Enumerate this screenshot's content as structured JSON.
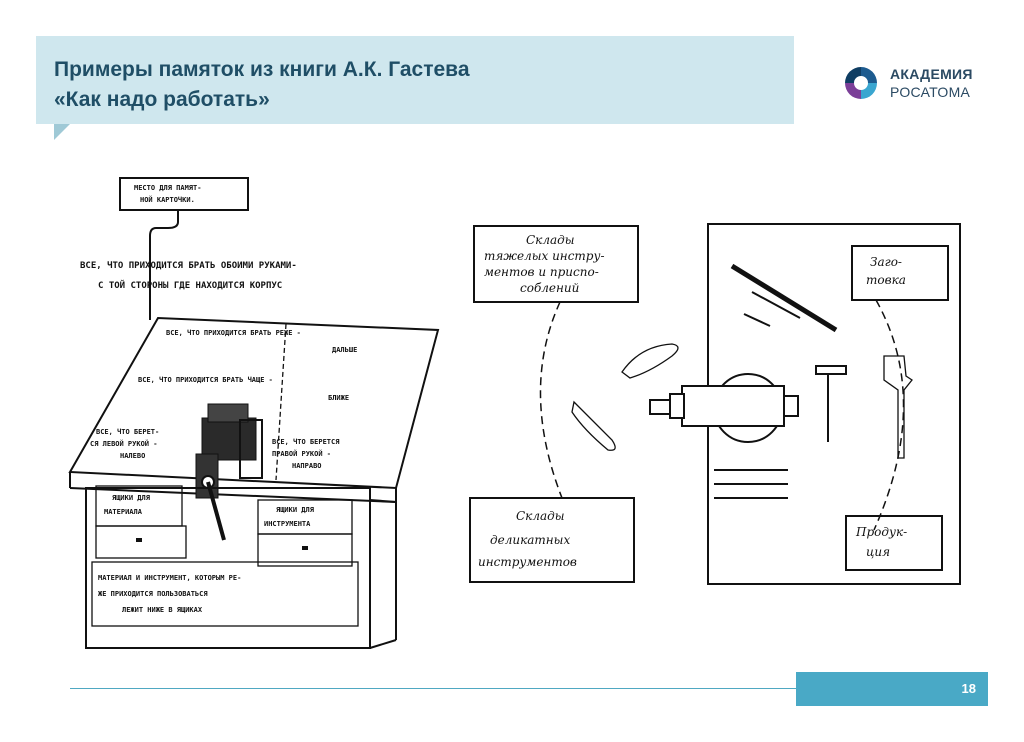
{
  "header": {
    "title_line1": "Примеры памяток из книги А.К. Гастева",
    "title_line2": "«Как надо работать»",
    "accent_color": "#cfe7ee",
    "title_color": "#1f4e66"
  },
  "logo": {
    "line1": "АКАДЕМИЯ",
    "line2": "РОСАТОМА",
    "icon": "rosatom-logo-icon"
  },
  "workbench": {
    "card_place": [
      "МЕСТО ДЛЯ ПАМЯТ-",
      "НОЙ КАРТОЧКИ."
    ],
    "both_hands": [
      "ВСЕ, ЧТО ПРИХОДИТСЯ БРАТЬ ОБОИМИ РУКАМИ-",
      "С ТОЙ СТОРОНЫ ГДЕ НАХОДИТСЯ КОРПУС"
    ],
    "rarely": [
      "ВСЕ, ЧТО ПРИХОДИТСЯ БРАТЬ РЕЖЕ -",
      "ДАЛЬШЕ"
    ],
    "often": [
      "ВСЕ, ЧТО ПРИХОДИТСЯ БРАТЬ ЧАЩЕ -",
      "БЛИЖЕ"
    ],
    "left_hand": [
      "ВСЕ, ЧТО БЕРЕТ-",
      "СЯ ЛЕВОЙ РУКОЙ -",
      "НАЛЕВО"
    ],
    "right_hand": [
      "ВСЕ, ЧТО БЕРЕТСЯ",
      "ПРАВОЙ РУКОЙ -",
      "НАПРАВО"
    ],
    "drawer_material": [
      "ЯЩИКИ ДЛЯ",
      "МАТЕРИАЛА"
    ],
    "drawer_tools": [
      "ЯЩИКИ ДЛЯ",
      "ИНСТРУМЕНТА"
    ],
    "bottom_note": [
      "МАТЕРИАЛ И ИНСТРУМЕНТ, КОТОРЫМ РЕ-",
      "ЖЕ ПРИХОДИТСЯ ПОЛЬЗОВАТЬСЯ",
      "ЛЕЖИТ НИЖЕ В ЯЩИКАХ"
    ]
  },
  "layout_diagram": {
    "heavy_tools": [
      "Склады",
      "тяжелых инстру-",
      "ментов и приспо-",
      "соблений"
    ],
    "delicate_tools": [
      "Склады",
      "деликатных",
      "инструментов"
    ],
    "blank": [
      "Заго-",
      "товка"
    ],
    "product": [
      "Продук-",
      "ция"
    ]
  },
  "footer": {
    "page_number": "18"
  }
}
